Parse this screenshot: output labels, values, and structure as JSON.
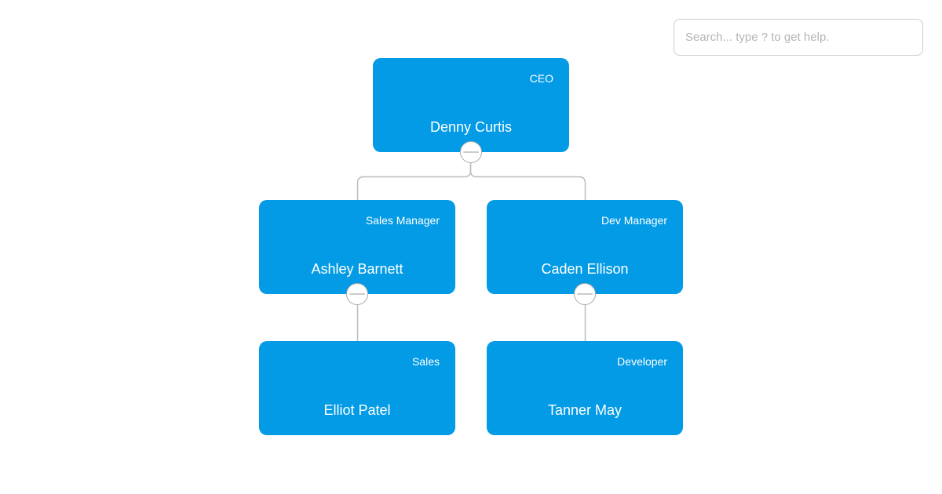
{
  "search": {
    "placeholder": "Search... type ? to get help."
  },
  "colors": {
    "node_fill": "#039be5",
    "node_text": "#ffffff",
    "connector_line": "#bcbcbc",
    "toggle_border": "#aaaaaa",
    "toggle_minus": "#cccccc",
    "search_border": "#cccccc",
    "background": "#ffffff"
  },
  "org_chart": {
    "nodes": [
      {
        "title": "CEO",
        "name": "Denny Curtis",
        "reports_to": null,
        "has_children": true,
        "expanded": true
      },
      {
        "title": "Sales Manager",
        "name": "Ashley Barnett",
        "reports_to": "Denny Curtis",
        "has_children": true,
        "expanded": true
      },
      {
        "title": "Dev Manager",
        "name": "Caden Ellison",
        "reports_to": "Denny Curtis",
        "has_children": true,
        "expanded": true
      },
      {
        "title": "Sales",
        "name": "Elliot Patel",
        "reports_to": "Ashley Barnett",
        "has_children": false,
        "expanded": null
      },
      {
        "title": "Developer",
        "name": "Tanner May",
        "reports_to": "Caden Ellison",
        "has_children": false,
        "expanded": null
      }
    ]
  }
}
